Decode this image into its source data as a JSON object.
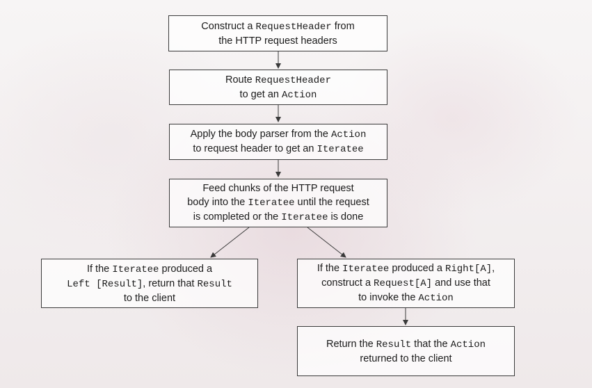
{
  "steps": {
    "construct": [
      [
        {
          "t": "Construct a "
        },
        {
          "t": "RequestHeader",
          "m": true
        },
        {
          "t": " from"
        }
      ],
      [
        {
          "t": "the HTTP request headers"
        }
      ]
    ],
    "route": [
      [
        {
          "t": "Route "
        },
        {
          "t": "RequestHeader",
          "m": true
        }
      ],
      [
        {
          "t": "to get an "
        },
        {
          "t": "Action",
          "m": true
        }
      ]
    ],
    "apply": [
      [
        {
          "t": "Apply the body parser from the "
        },
        {
          "t": "Action",
          "m": true
        }
      ],
      [
        {
          "t": "to request header to get an "
        },
        {
          "t": "Iteratee",
          "m": true
        }
      ]
    ],
    "feed": [
      [
        {
          "t": "Feed chunks of the HTTP request"
        }
      ],
      [
        {
          "t": "body into the "
        },
        {
          "t": "Iteratee",
          "m": true
        },
        {
          "t": " until the request"
        }
      ],
      [
        {
          "t": "is completed or the "
        },
        {
          "t": "Iteratee",
          "m": true
        },
        {
          "t": " is done"
        }
      ]
    ],
    "left": [
      [
        {
          "t": "If the "
        },
        {
          "t": "Iteratee",
          "m": true
        },
        {
          "t": " produced a"
        }
      ],
      [
        {
          "t": "Left [Result]",
          "m": true
        },
        {
          "t": ", return that "
        },
        {
          "t": "Result",
          "m": true
        }
      ],
      [
        {
          "t": "to the client"
        }
      ]
    ],
    "right": [
      [
        {
          "t": "If the "
        },
        {
          "t": "Iteratee",
          "m": true
        },
        {
          "t": " produced a "
        },
        {
          "t": "Right[A]",
          "m": true
        },
        {
          "t": ","
        }
      ],
      [
        {
          "t": "construct a "
        },
        {
          "t": "Request[A]",
          "m": true
        },
        {
          "t": " and use that"
        }
      ],
      [
        {
          "t": "to invoke the "
        },
        {
          "t": "Action",
          "m": true
        }
      ]
    ],
    "return": [
      [
        {
          "t": "Return the "
        },
        {
          "t": "Result",
          "m": true
        },
        {
          "t": " that the "
        },
        {
          "t": "Action",
          "m": true
        }
      ],
      [
        {
          "t": "returned to the client"
        }
      ]
    ]
  },
  "colors": {
    "stroke": "#3a3a3a",
    "box_fill": "#ffffff"
  }
}
